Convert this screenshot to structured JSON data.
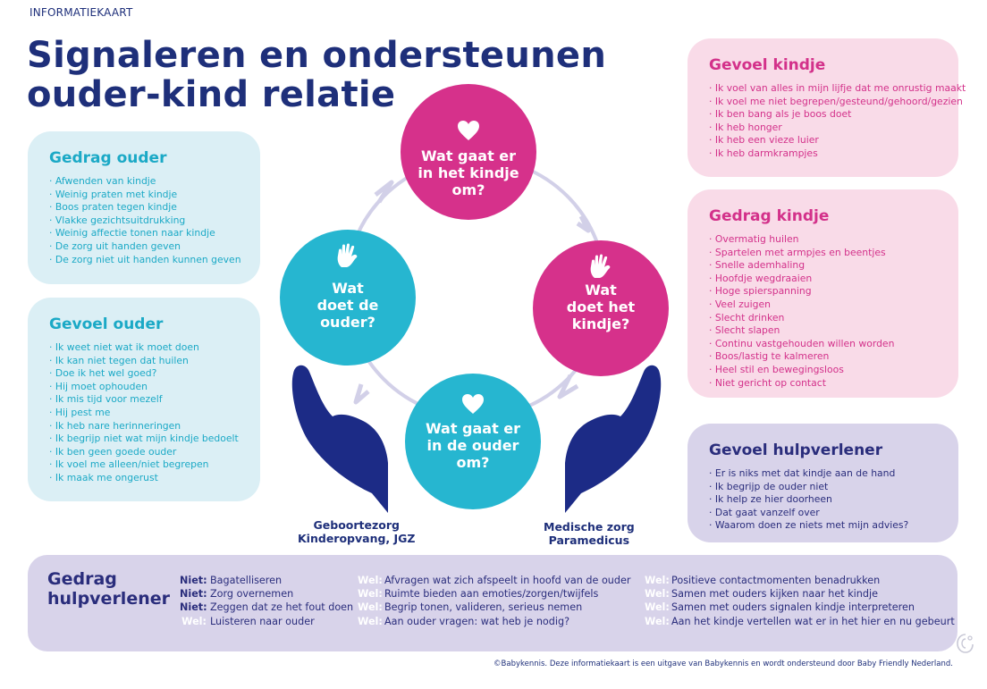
{
  "header": {
    "eyebrow": "INFORMATIEKAART",
    "title_line1": "Signaleren en ondersteunen",
    "title_line2": "ouder-kind relatie"
  },
  "panels": {
    "gedrag_ouder": {
      "title": "Gedrag ouder",
      "items": [
        "Afwenden van kindje",
        "Weinig praten met kindje",
        "Boos praten tegen kindje",
        "Vlakke gezichtsuitdrukking",
        "Weinig affectie tonen naar kindje",
        "De zorg uit handen geven",
        "De zorg niet uit handen kunnen geven"
      ]
    },
    "gevoel_ouder": {
      "title": "Gevoel ouder",
      "items": [
        "Ik weet niet wat ik moet doen",
        "Ik kan niet tegen dat huilen",
        "Doe ik het wel goed?",
        "Hij moet ophouden",
        "Ik mis tijd voor mezelf",
        "Hij pest me",
        "Ik heb nare herinneringen",
        "Ik begrijp niet wat mijn kindje bedoelt",
        "Ik ben geen goede ouder",
        "Ik voel me alleen/niet begrepen",
        "Ik maak me ongerust"
      ]
    },
    "gevoel_kindje": {
      "title": "Gevoel kindje",
      "items": [
        "Ik voel van alles in mijn lijfje dat me onrustig maakt",
        "Ik voel me niet begrepen/gesteund/gehoord/gezien",
        "Ik ben bang als je boos doet",
        "Ik heb honger",
        "Ik heb een vieze luier",
        "Ik heb darmkrampjes"
      ]
    },
    "gedrag_kindje": {
      "title": "Gedrag kindje",
      "items": [
        "Overmatig huilen",
        "Spartelen met armpjes en beentjes",
        "Snelle ademhaling",
        "Hoofdje wegdraaien",
        "Hoge spierspanning",
        "Veel zuigen",
        "Slecht drinken",
        "Slecht slapen",
        "Continu vastgehouden willen worden",
        "Boos/lastig te kalmeren",
        "Heel stil en bewegingsloos",
        "Niet gericht op contact"
      ]
    },
    "gevoel_hulpverlener": {
      "title": "Gevoel hulpverlener",
      "items": [
        "Er is niks met dat kindje aan de hand",
        "Ik begrijp de ouder niet",
        "Ik help ze hier doorheen",
        "Dat gaat vanzelf over",
        "Waarom doen ze niets met mijn advies?"
      ]
    }
  },
  "cycle": {
    "top": {
      "line1": "Wat gaat er",
      "line2": "in het kindje",
      "line3": "om?",
      "icon": "heart-icon"
    },
    "right": {
      "line1": "Wat",
      "line2": "doet het",
      "line3": "kindje?",
      "icon": "hand-icon"
    },
    "bottom": {
      "line1": "Wat gaat er",
      "line2": "in de ouder",
      "line3": "om?",
      "icon": "heart-icon"
    },
    "left": {
      "line1": "Wat",
      "line2": "doet de",
      "line3": "ouder?",
      "icon": "hand-icon"
    }
  },
  "hands": {
    "left_label_line1": "Geboortezorg",
    "left_label_line2": "Kinderopvang, JGZ",
    "right_label_line1": "Medische zorg",
    "right_label_line2": "Paramedicus"
  },
  "gedrag_hulpverlener": {
    "title_line1": "Gedrag",
    "title_line2": "hulpverlener",
    "col1": [
      {
        "prefix": "Niet:",
        "text": "Bagatelliseren"
      },
      {
        "prefix": "Niet:",
        "text": "Zorg overnemen"
      },
      {
        "prefix": "Niet:",
        "text": "Zeggen dat ze het fout doen"
      },
      {
        "prefix": "Wel:",
        "text": "Luisteren naar ouder"
      }
    ],
    "col2": [
      {
        "prefix": "Wel:",
        "text": "Afvragen wat zich afspeelt in hoofd van de ouder"
      },
      {
        "prefix": "Wel:",
        "text": "Ruimte bieden aan emoties/zorgen/twijfels"
      },
      {
        "prefix": "Wel:",
        "text": "Begrip tonen, valideren, serieus nemen"
      },
      {
        "prefix": "Wel:",
        "text": "Aan ouder vragen: wat heb je nodig?"
      }
    ],
    "col3": [
      {
        "prefix": "Wel:",
        "text": "Positieve contactmomenten benadrukken"
      },
      {
        "prefix": "Wel:",
        "text": "Samen met ouders kijken naar het kindje"
      },
      {
        "prefix": "Wel:",
        "text": "Samen met ouders signalen kindje interpreteren"
      },
      {
        "prefix": "Wel:",
        "text": "Aan het kindje vertellen wat er in het hier en nu gebeurt"
      }
    ]
  },
  "footer": {
    "credit": "©Babykennis. Deze informatiekaart is een uitgave van Babykennis en wordt ondersteund door Baby Friendly Nederland."
  },
  "colors": {
    "navy": "#1e2f7a",
    "magenta": "#d6318b",
    "cyan": "#26b6d0",
    "light_blue_panel": "#dbeff5",
    "light_pink_panel": "#f9dbe8",
    "lavender_panel": "#d8d3ea"
  }
}
